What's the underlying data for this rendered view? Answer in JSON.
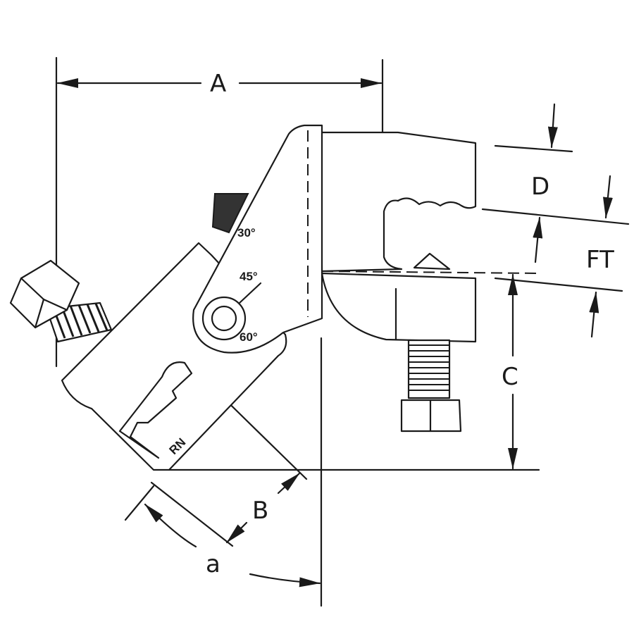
{
  "dimensions": {
    "A": "A",
    "B": "B",
    "C": "C",
    "D": "D",
    "FT": "FT",
    "a": "a"
  },
  "angle_marks": {
    "deg30": "30°",
    "deg45": "45°",
    "deg60": "60°"
  },
  "stamp": "RN"
}
